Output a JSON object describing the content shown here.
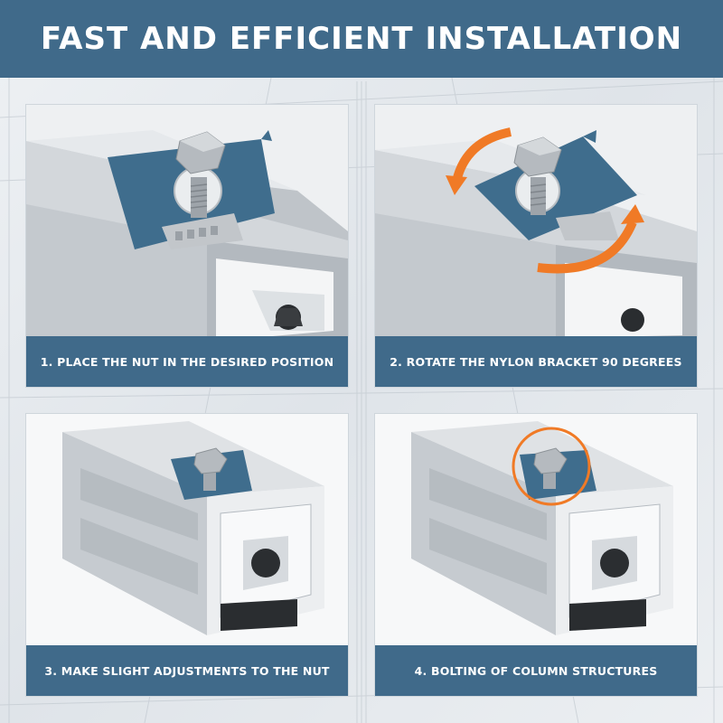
{
  "header": {
    "title": "FAST AND EFFICIENT INSTALLATION"
  },
  "steps": [
    {
      "caption": "1. PLACE THE NUT IN THE DESIRED POSITION"
    },
    {
      "caption": "2. ROTATE THE NYLON BRACKET 90 DEGREES"
    },
    {
      "caption": "3. MAKE SLIGHT ADJUSTMENTS TO THE NUT"
    },
    {
      "caption": "4. BOLTING OF COLUMN STRUCTURES"
    }
  ],
  "colors": {
    "banner": "#406a8a",
    "bracket": "#3f6d8d",
    "arrow_accent": "#f07a26",
    "aluminum": "#c9ced3"
  }
}
